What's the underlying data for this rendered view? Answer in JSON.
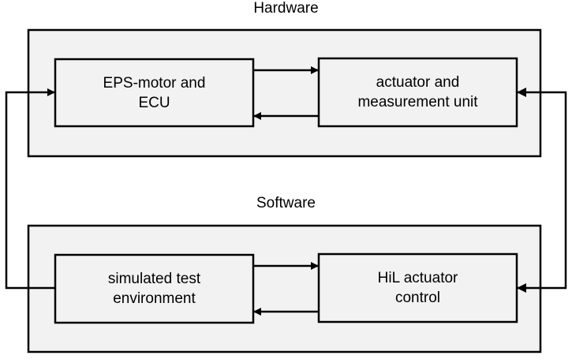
{
  "groups": {
    "hardware": {
      "title": "Hardware",
      "left_block": "EPS-motor and\nECU",
      "right_block": "actuator and\nmeasurement unit"
    },
    "software": {
      "title": "Software",
      "left_block": "simulated test\nenvironment",
      "right_block": "HiL actuator\ncontrol"
    }
  },
  "colors": {
    "group_fill": "#f2f2f2",
    "block_fill": "#f2f2f2",
    "stroke": "#000000"
  }
}
